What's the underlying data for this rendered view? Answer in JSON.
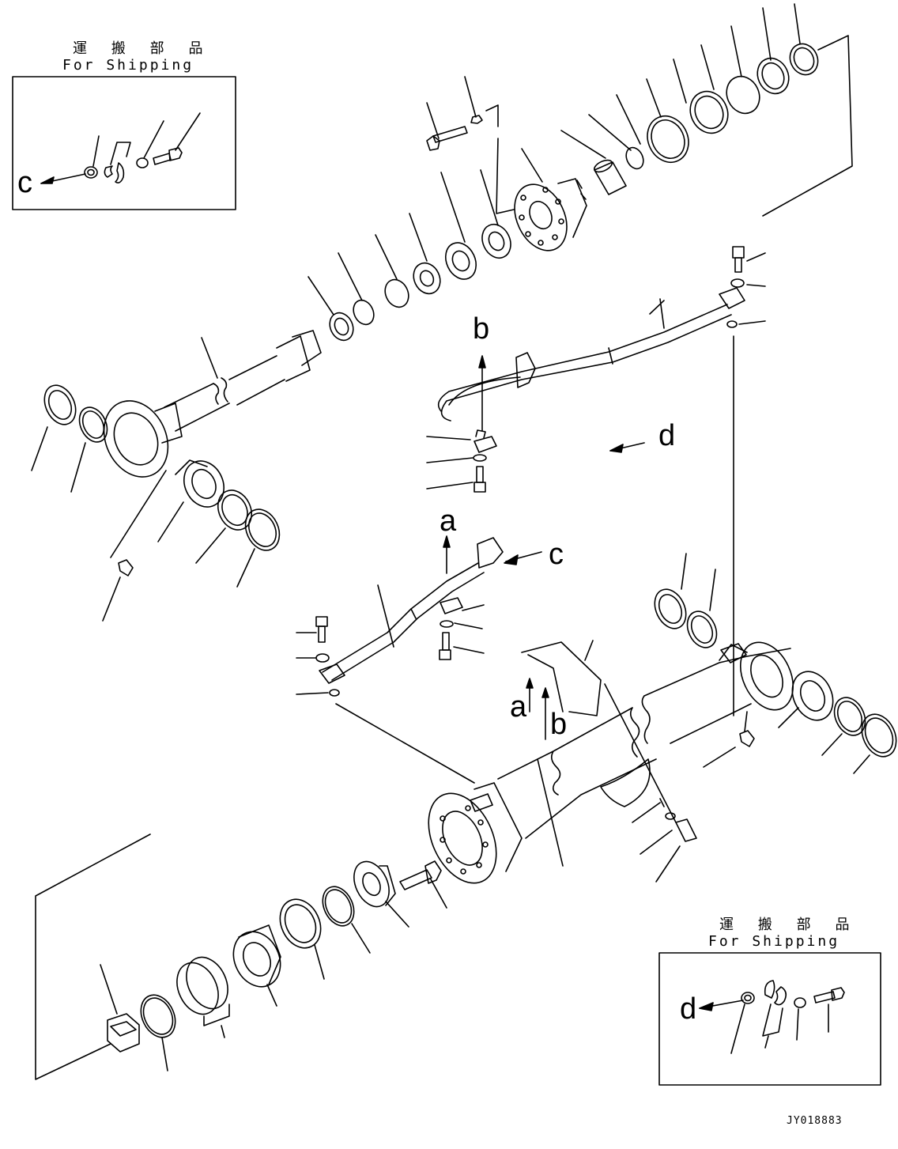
{
  "shipping_box_top": {
    "title_jp": "運 搬 部 品",
    "title_en": "For Shipping",
    "arrow_label": "c"
  },
  "shipping_box_bottom": {
    "title_jp": "運 搬 部 品",
    "title_en": "For Shipping",
    "arrow_label": "d"
  },
  "callouts": {
    "b_upper": "b",
    "d_mid": "d",
    "a_mid": "a",
    "c_mid": "c",
    "a_lower": "a",
    "b_lower": "b"
  },
  "document_id": "JY018883",
  "colors": {
    "line": "#000000",
    "background": "#ffffff"
  }
}
